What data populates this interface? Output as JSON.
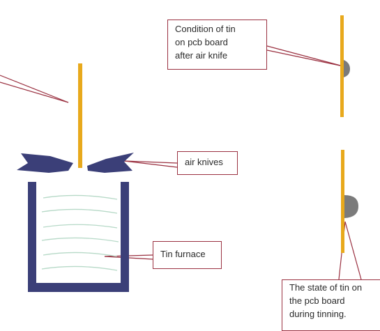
{
  "labels": {
    "condition_after_air_knife": "Condition of tin\non pcb board\nafter air knife",
    "air_knives": "air knives",
    "tin_furnace": "Tin furnace",
    "state_during_tinning": "The state of tin on\nthe pcb board\nduring tinning."
  },
  "colors": {
    "board": "#e8a91c",
    "knife": "#3b3f78",
    "furnace": "#3b3f78",
    "tin_lines": "#b6d9c7",
    "tin_blob": "#7b7b7b",
    "leader": "#9a3040"
  }
}
